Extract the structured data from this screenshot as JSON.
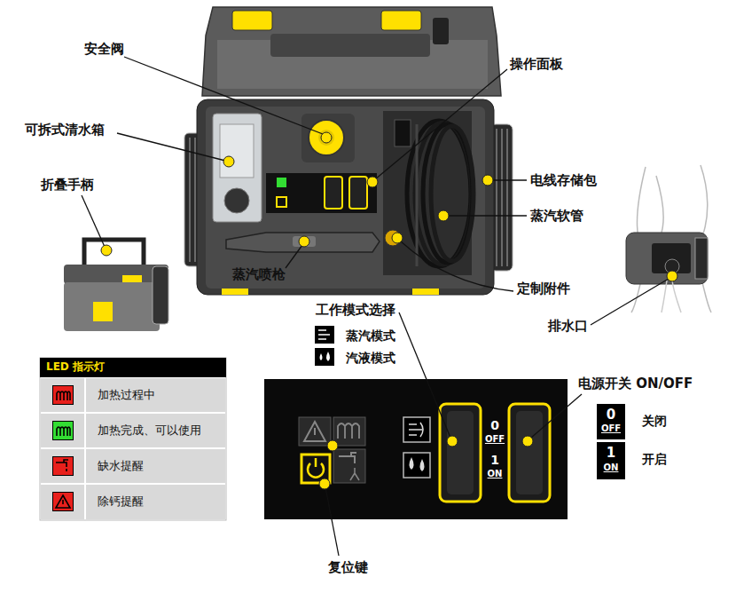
{
  "diagram": {
    "labels": [
      "安全阀",
      "可拆式清水箱",
      "折叠手柄",
      "操作面板",
      "电线存储包",
      "蒸汽软管",
      "定制附件",
      "蒸汽喷枪",
      "工作模式选择",
      "蒸汽模式",
      "汽液模式",
      "排水口",
      "电源开关 ON/OFF",
      "0",
      "OFF",
      "1",
      "ON",
      "0",
      "OFF",
      "关闭",
      "1",
      "ON",
      "开启",
      "LED 指示灯",
      "复位键"
    ],
    "legend": [
      {
        "text": "加热过程中",
        "color": "#e8201c"
      },
      {
        "text": "加热完成、可以使用",
        "color": "#33dd33"
      },
      {
        "text": "缺水提醒",
        "color": "#e8201c"
      },
      {
        "text": "除钙提醒",
        "color": "#e8201c"
      }
    ]
  }
}
